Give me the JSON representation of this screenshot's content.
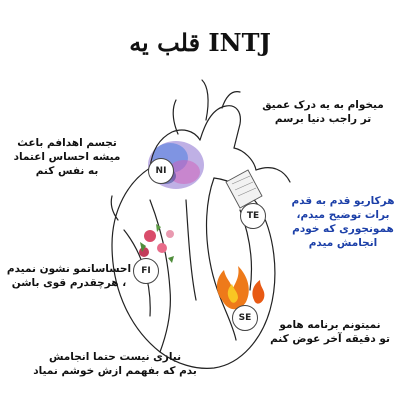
{
  "title": "قلب یه INTJ",
  "annotations": {
    "ni": [
      "تجسم اهدافم باعث",
      "میشه احساس اعتماد",
      "به نفس کنم"
    ],
    "ni_top_right": [
      "میخوام به یه درک عمیق",
      "تر راجب دنیا برسم"
    ],
    "te": [
      "هرکاریو قدم به قدم",
      "برات توضیح میدم،",
      "همونجوری که خودم",
      "انجامش میدم"
    ],
    "fi": [
      "احساساتمو نشون نمیدم",
      "، هرچقدرم قوی باشن"
    ],
    "se": [
      "نمیتونم برنامه هامو",
      "تو دقیقه آخر عوض کنم"
    ],
    "bottom": [
      "نیازی نیست حتما انجامش",
      "بدم که بفهمم ازش خوشم نمیاد"
    ]
  },
  "tags": {
    "ni": "NI",
    "te": "TE",
    "fi": "FI",
    "se": "SE"
  }
}
